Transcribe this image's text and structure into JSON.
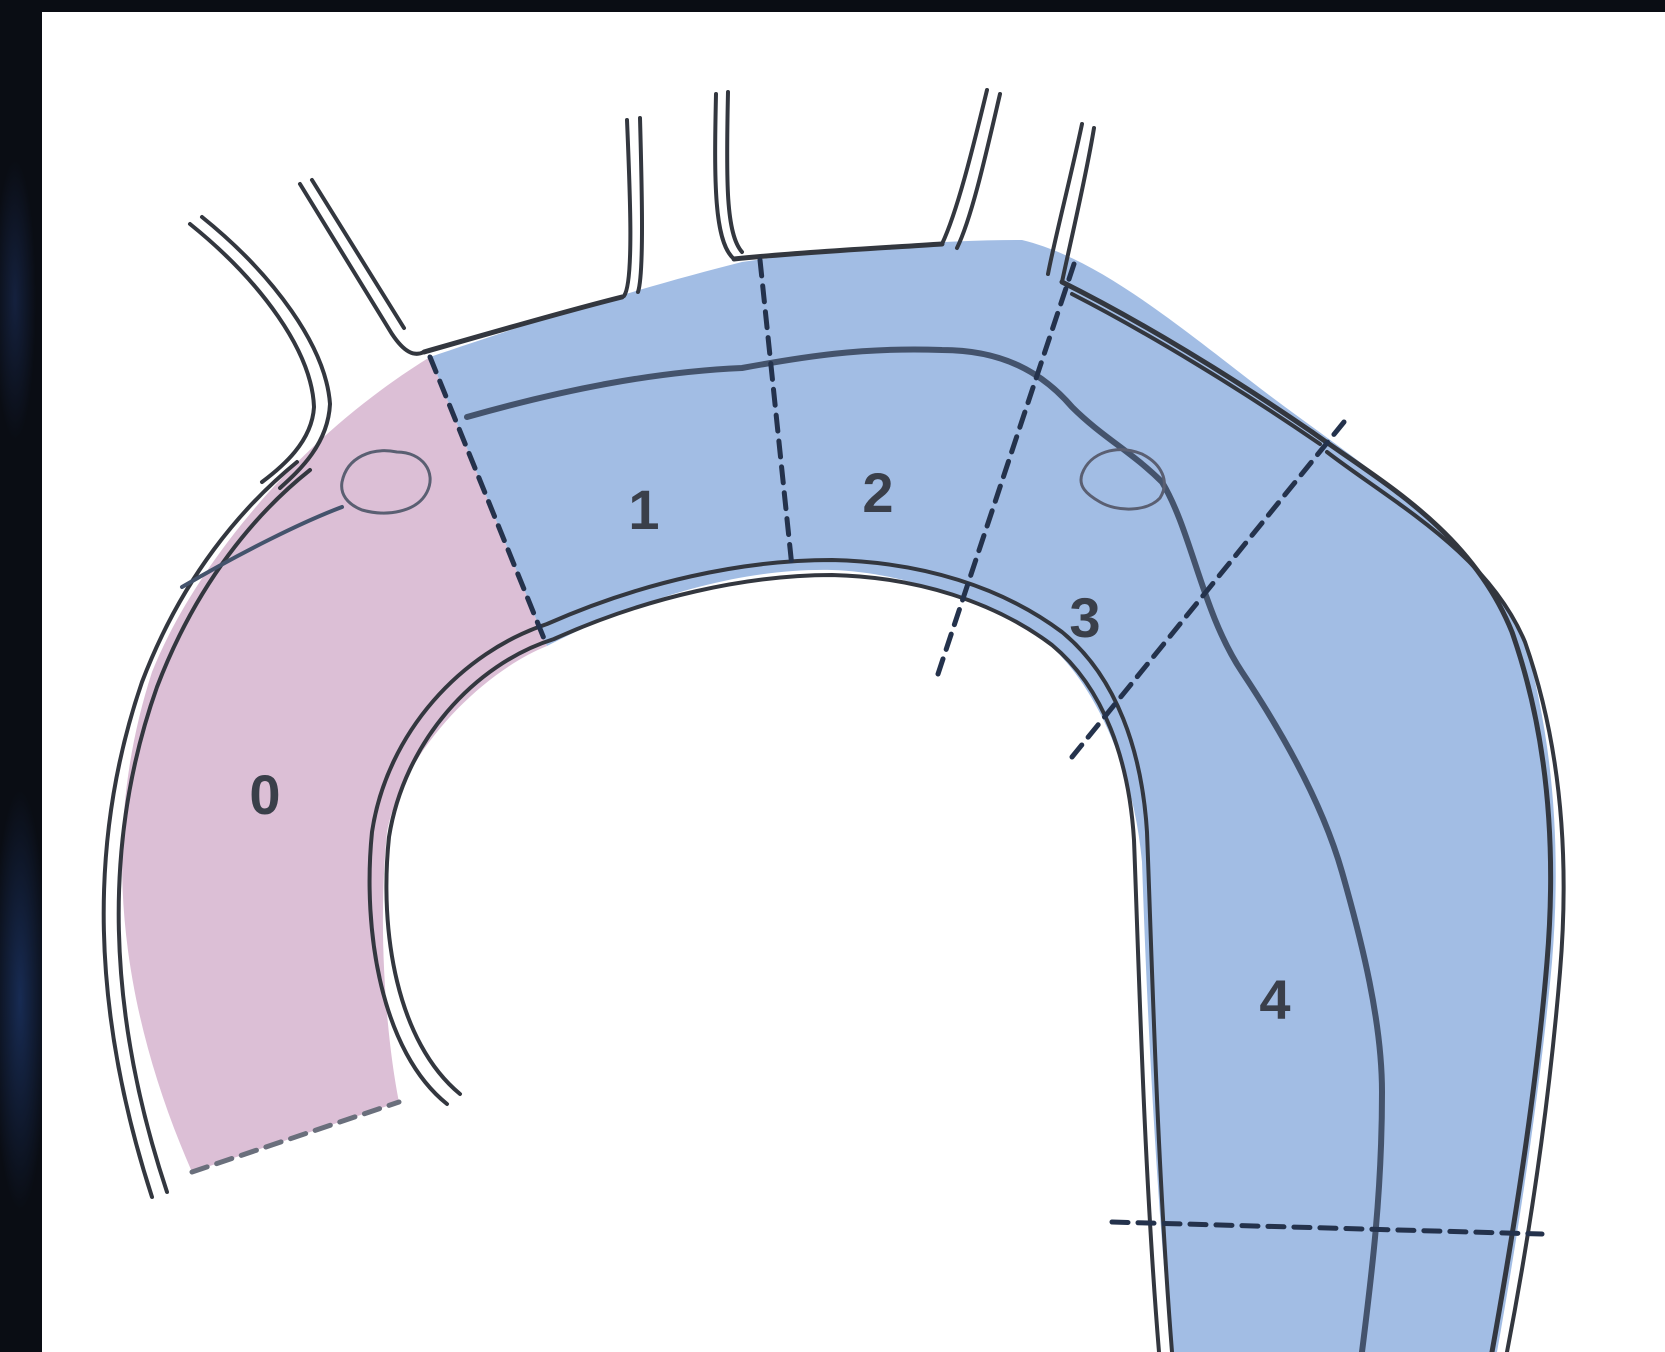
{
  "colors": {
    "zone_0": "#dcbfd6",
    "zones_1_4": "#a2bde4",
    "outline": "#33373f",
    "divider": "#24324c",
    "label": "#3a3f4a"
  },
  "zones": [
    {
      "id": "zone-0",
      "label": "0"
    },
    {
      "id": "zone-1",
      "label": "1"
    },
    {
      "id": "zone-2",
      "label": "2"
    },
    {
      "id": "zone-3",
      "label": "3"
    },
    {
      "id": "zone-4",
      "label": "4"
    }
  ]
}
